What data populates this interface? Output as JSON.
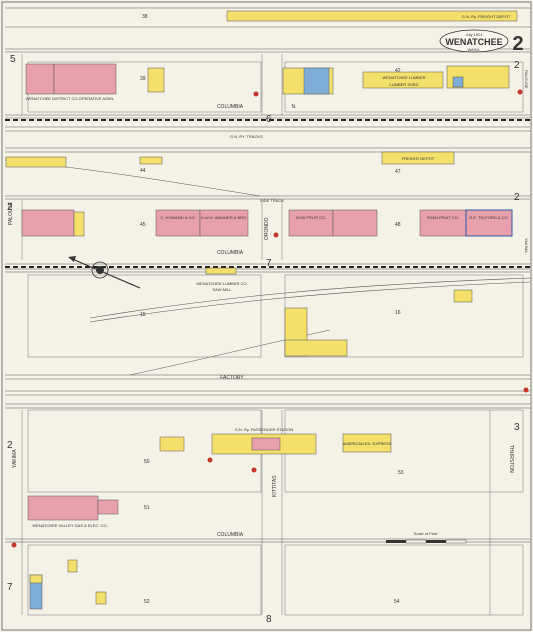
{
  "map_title": {
    "date": "July 1901",
    "city": "WENATCHEE",
    "state": "WASH.",
    "sheet": "2"
  },
  "colors": {
    "brick": "#e8a0ac",
    "frame": "#f2e06a",
    "stone": "#7eaed8",
    "paper": "#f4f1e6",
    "ink": "#333333"
  },
  "streets": {
    "columbia_1": "COLUMBIA",
    "columbia_2": "COLUMBIA",
    "columbia_3": "COLUMBIA",
    "orondo": "ORONDO",
    "kittitas": "KITTITAS",
    "yakima_top": "YAKIMA",
    "yakima_left": "YAKIMA",
    "palouse_top": "PALOUSE",
    "palouse_left": "PALOUSE",
    "thurston": "THURSTON",
    "n_marker": "N."
  },
  "blocks": {
    "b38": "38",
    "b39": "39",
    "b42": "42",
    "b44": "44",
    "b45": "45",
    "b47": "47",
    "b48": "48",
    "b50": "50",
    "b51": "51",
    "b52": "52",
    "b53": "53",
    "b54": "54",
    "b15": "15",
    "b16": "16"
  },
  "buildings": {
    "gn_freight_depot_top": "G.N. Ry. FREIGHT DEPOT",
    "wenatchee_lumber": "WENATCHEE LUMBER",
    "lumber_shed": "LUMBER SHED",
    "coop": "WENATCHEE DISTRICT CO-OPERATIVE ASSN.",
    "freight_depot": "FREIGHT DEPOT",
    "hardware_1": "C. HOWARD & CO.",
    "hardware_2": "G.W.H. WAGNER & BRO.",
    "fruit_co": "DOW FRUIT CO.",
    "ryan_fruit": "RYAN FRUIT CO.",
    "telford": "R.E. TELFORD & CO.",
    "wenatchee_lumber_co": "WENATCHEE LUMBER CO.",
    "saw_mill": "SAW MILL",
    "gn_passenger": "G.N. Ry. PASSENGER STATION",
    "american_express": "AMERICAN EX. EXPRESS",
    "factory": "FACTORY",
    "valley_gas": "WENATCHEE VALLEY GAS & ELEC. CO."
  },
  "rail_labels": {
    "gn_track": "G.N. RY. TRACKS",
    "side_track": "SIDE TRACK"
  },
  "side_numbers": {
    "n5": "5",
    "n6": "6",
    "n7_top": "7",
    "n7_bottom": "7",
    "n8": "8",
    "n2_left_upper": "2",
    "n2_left_lower": "2",
    "n2_right_top": "2",
    "n2_right_mid": "2",
    "n3_right": "3"
  },
  "scale": {
    "label": "Scale of Feet."
  }
}
